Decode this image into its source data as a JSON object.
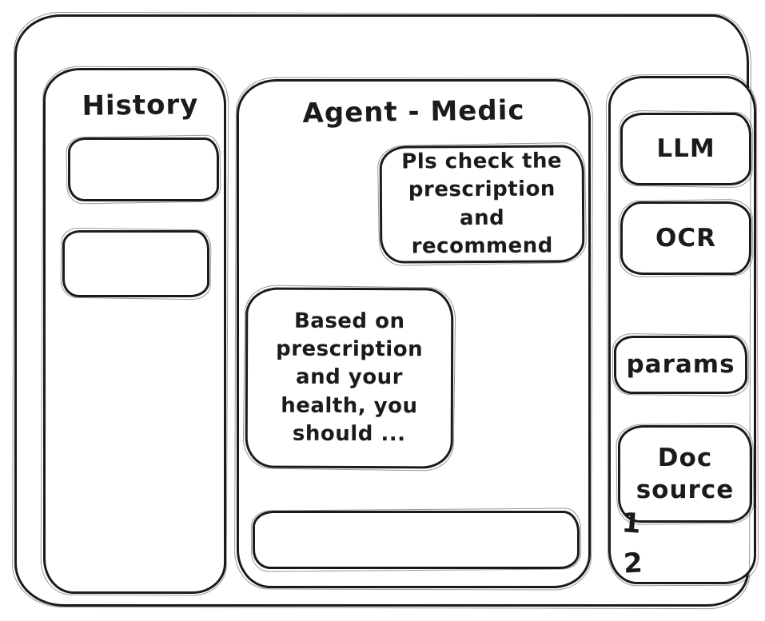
{
  "history": {
    "title": "History",
    "items": [
      {
        "label": ""
      },
      {
        "label": ""
      }
    ]
  },
  "chat": {
    "title": "Agent - Medic",
    "messages": [
      {
        "role": "user",
        "text": "Pls check the prescription and recommend"
      },
      {
        "role": "assistant",
        "text": "Based on prescription and your health, you should ..."
      }
    ],
    "input_value": "",
    "input_placeholder": ""
  },
  "tools": {
    "buttons": [
      {
        "label": "LLM"
      },
      {
        "label": "OCR"
      },
      {
        "label": "params"
      },
      {
        "label": "Doc source"
      }
    ],
    "annotations": [
      "1",
      "2"
    ]
  },
  "colors": {
    "ink": "#1b1b1b",
    "background": "#ffffff"
  }
}
